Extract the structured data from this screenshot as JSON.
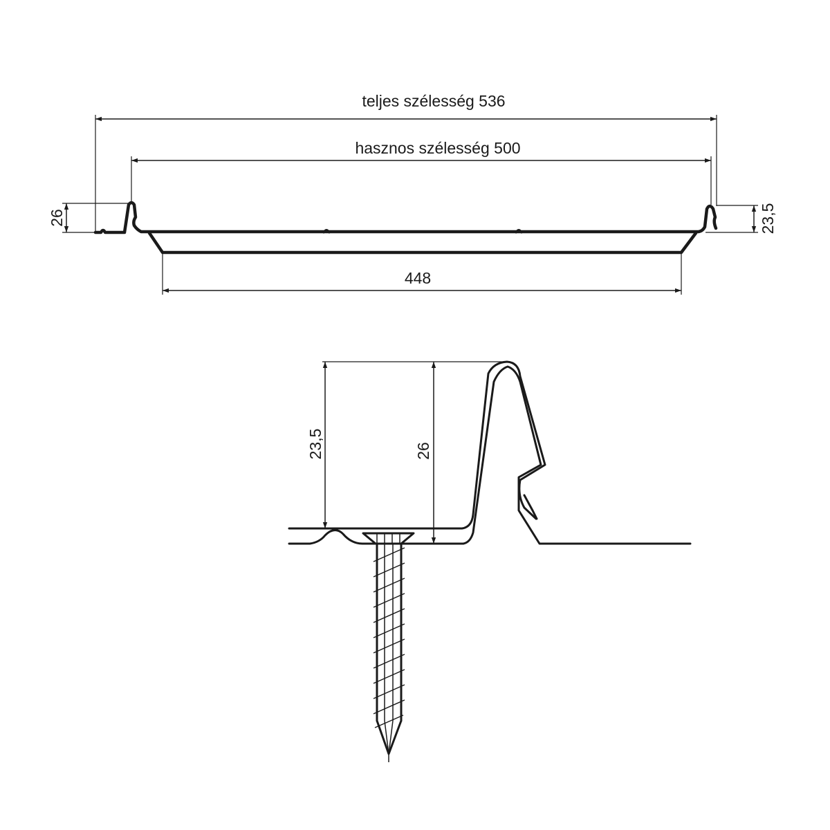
{
  "profile_section": {
    "total_width_label": "teljes szélesség 536",
    "useful_width_label": "hasznos szélesség 500",
    "bottom_width_label": "448",
    "left_height_label": "26",
    "right_height_label": "23,5"
  },
  "seam_detail": {
    "inner_height_label": "23,5",
    "outer_height_label": "26"
  },
  "colors": {
    "line": "#1a1a1a",
    "background": "#ffffff"
  }
}
